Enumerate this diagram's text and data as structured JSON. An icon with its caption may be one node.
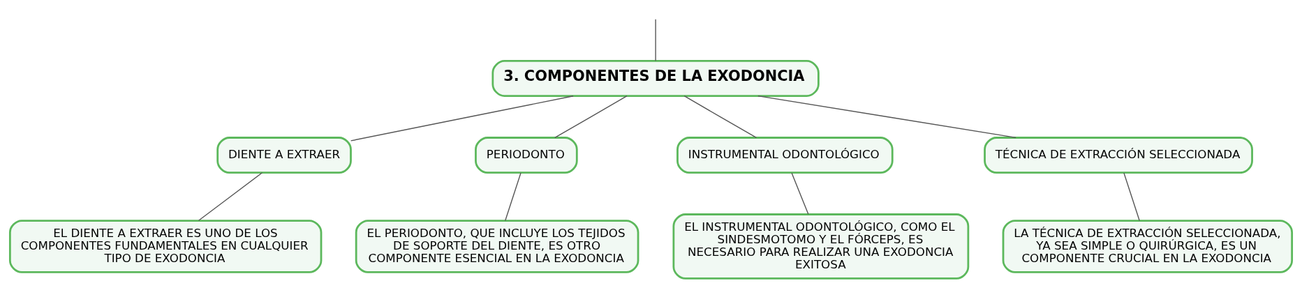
{
  "diagram": {
    "nodes": [
      {
        "text": [
          "3. COMPONENTES DE LA EXODONCIA"
        ]
      },
      {
        "text": [
          "DIENTE A EXTRAER"
        ]
      },
      {
        "text": [
          "PERIODONTO"
        ]
      },
      {
        "text": [
          "INSTRUMENTAL ODONTOLÓGICO"
        ]
      },
      {
        "text": [
          "TÉCNICA DE EXTRACCIÓN SELECCIONADA"
        ]
      },
      {
        "text": [
          "EL DIENTE A EXTRAER ES UNO DE LOS COMPONENTES FUNDAMENTALES EN CUALQUIER TIPO DE EXODONCIA"
        ]
      },
      {
        "text": [
          "EL PERIODONTO, QUE INCLUYE LOS TEJIDOS DE SOPORTE DEL DIENTE, ES OTRO COMPONENTE ESENCIAL EN LA EXODONCIA"
        ]
      },
      {
        "text": [
          "EL INSTRUMENTAL ODONTOLÓGICO, COMO EL SINDESMOTOMO Y EL FÓRCEPS, ES NECESARIO PARA REALIZAR UNA EXODONCIA EXITOSA"
        ]
      },
      {
        "text": [
          "LA TÉCNICA DE EXTRACCIÓN SELECCIONADA, YA SEA SIMPLE O QUIRÚRGICA, ES UN COMPONENTE CRUCIAL EN LA EXODONCIA"
        ]
      }
    ],
    "edges": [
      {
        "from": null,
        "to": 0,
        "arrow": "none"
      },
      {
        "from": 0,
        "to": 1,
        "arrow": "none"
      },
      {
        "from": 0,
        "to": 2,
        "arrow": "none"
      },
      {
        "from": 0,
        "to": 3,
        "arrow": "none"
      },
      {
        "from": 0,
        "to": 4,
        "arrow": "none"
      },
      {
        "from": 1,
        "to": 5,
        "arrow": "none"
      },
      {
        "from": 2,
        "to": 6,
        "arrow": "none"
      },
      {
        "from": 3,
        "to": 7,
        "arrow": "none"
      },
      {
        "from": 4,
        "to": 8,
        "arrow": "none"
      }
    ]
  }
}
